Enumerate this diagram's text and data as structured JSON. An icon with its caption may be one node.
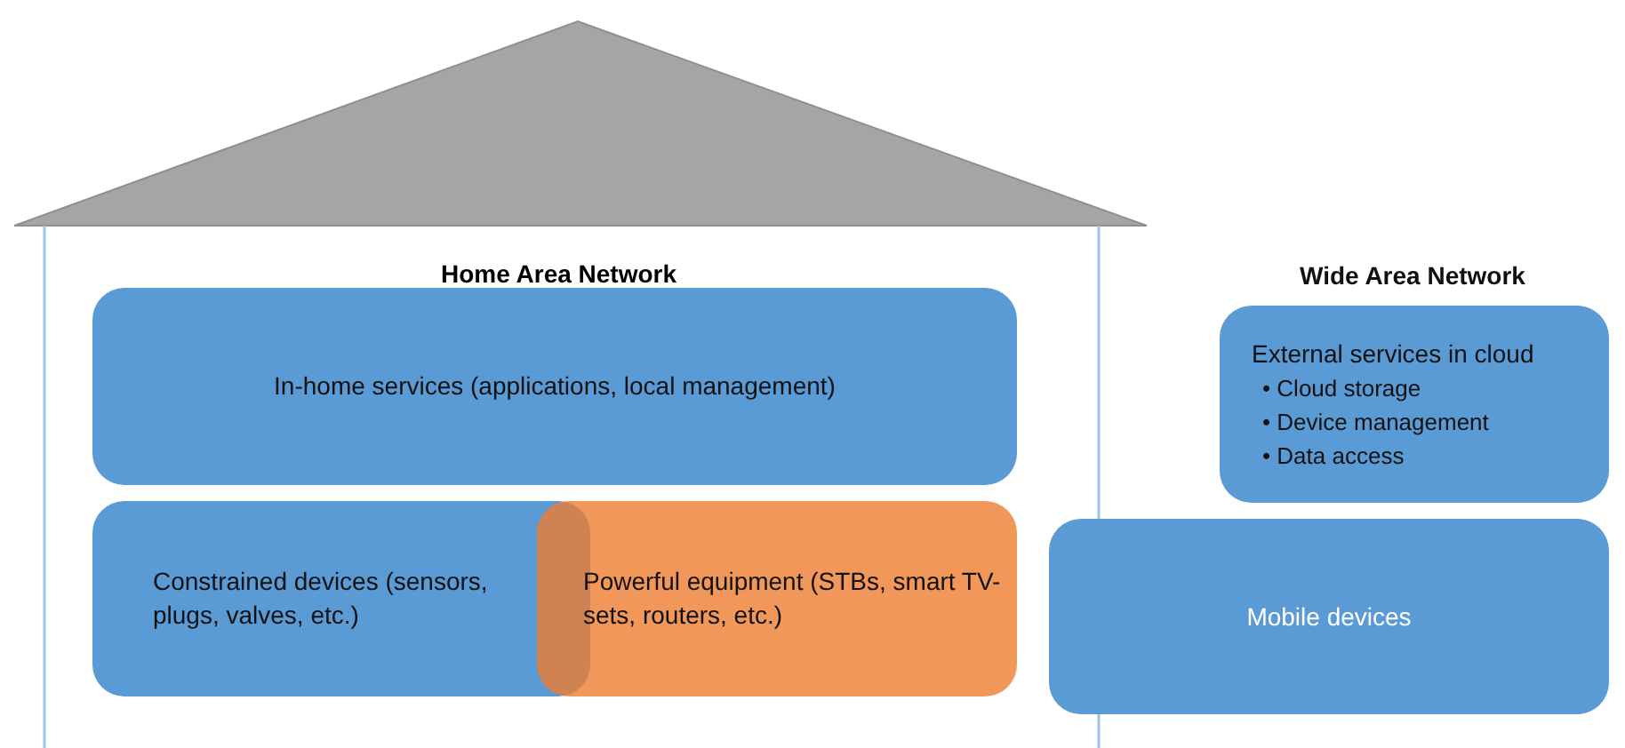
{
  "diagram": {
    "nodes": [
      {
        "text": [
          "Home Area Network"
        ]
      },
      {
        "text": [
          "In-home services (applications, local management)"
        ],
        "in": 0
      },
      {
        "text": [
          "Constrained devices (sensors, plugs, valves, etc.)"
        ],
        "in": 0
      },
      {
        "text": [
          "Powerful equipment (STBs, smart TV-sets, routers, etc.)"
        ],
        "in": 0
      },
      {
        "text": [
          "External services in cloud",
          "• Cloud storage",
          "• Device management",
          "• Data access"
        ],
        "beside": [
          "Wide Area Network"
        ]
      },
      {
        "text": [
          "Mobile devices"
        ]
      }
    ],
    "edges": []
  }
}
